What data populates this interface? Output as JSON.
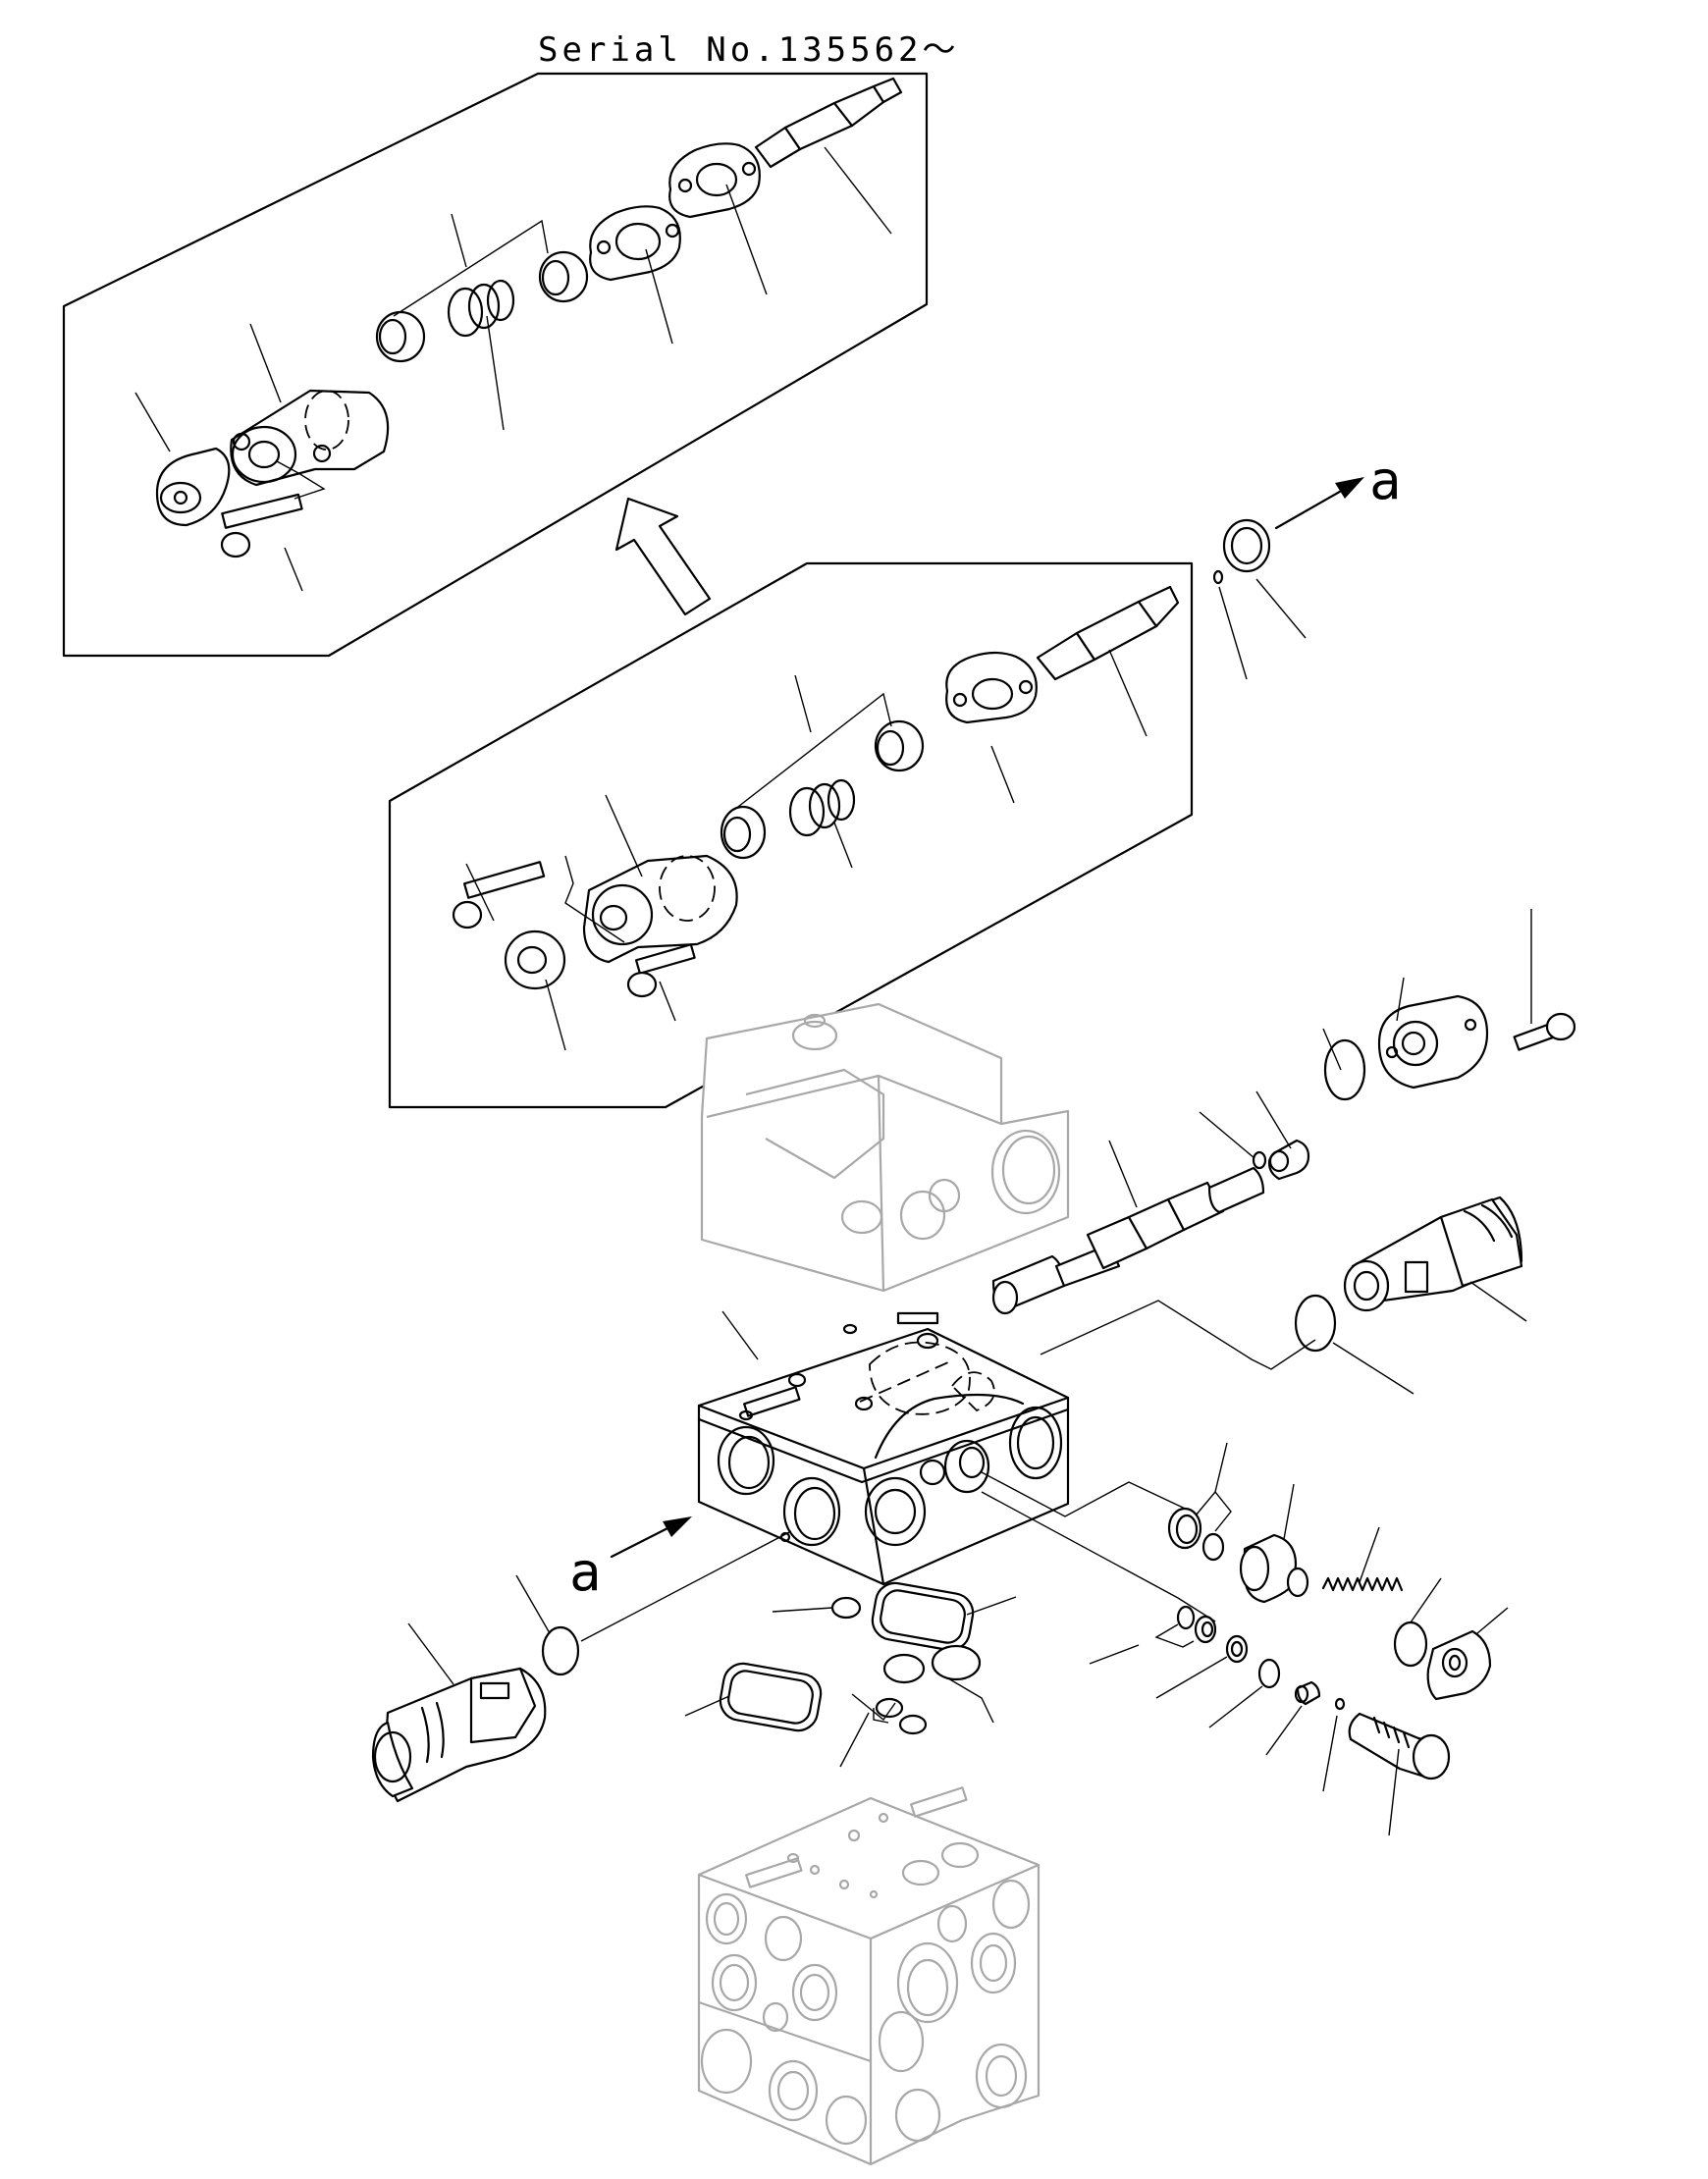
{
  "header": {
    "serial_label": "Serial No.135562～"
  },
  "markers": {
    "arrow_a_top": "a",
    "arrow_a_left": "a"
  },
  "colors": {
    "ink": "#000000",
    "ghost": "#a8a8a8",
    "background": "#ffffff"
  }
}
